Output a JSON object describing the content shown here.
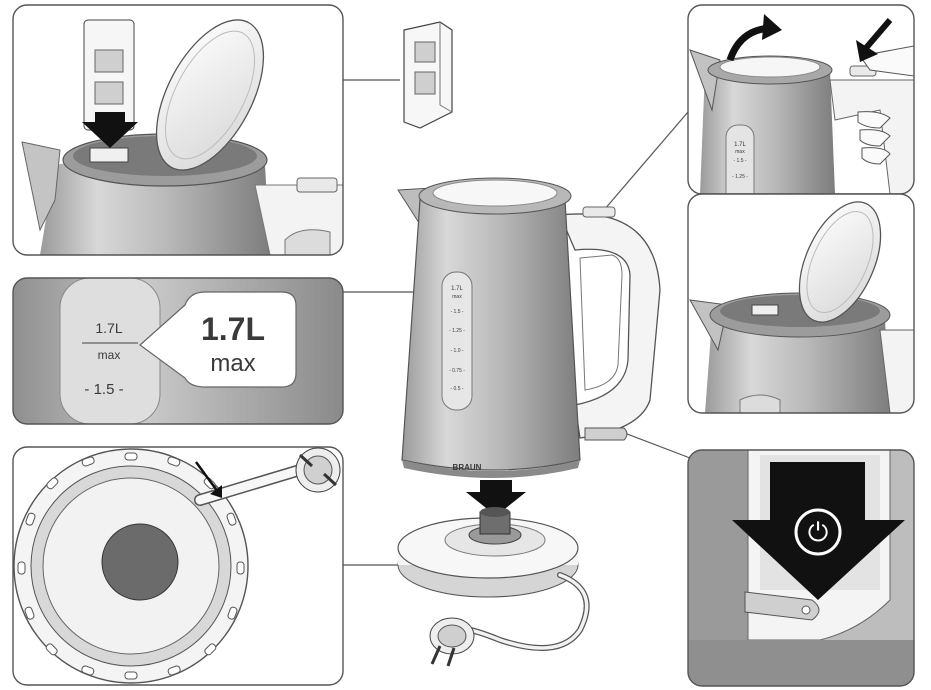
{
  "brand": "BRAUN",
  "level_marks": [
    "1.7L",
    "max",
    "- 1.5 -",
    "- 1.25 -",
    "- 1.0 -",
    "- 0.75 -",
    "- 0.5 -"
  ],
  "closeup": {
    "small_top": "1.7L",
    "small_bottom": "max",
    "small_mark": "- 1.5 -",
    "callout_top": "1.7L",
    "callout_bottom": "max"
  },
  "top_right_marks": [
    "1.7L",
    "max",
    "- 1.5 -",
    "- 1.25 -"
  ],
  "power_symbol": "⏻"
}
